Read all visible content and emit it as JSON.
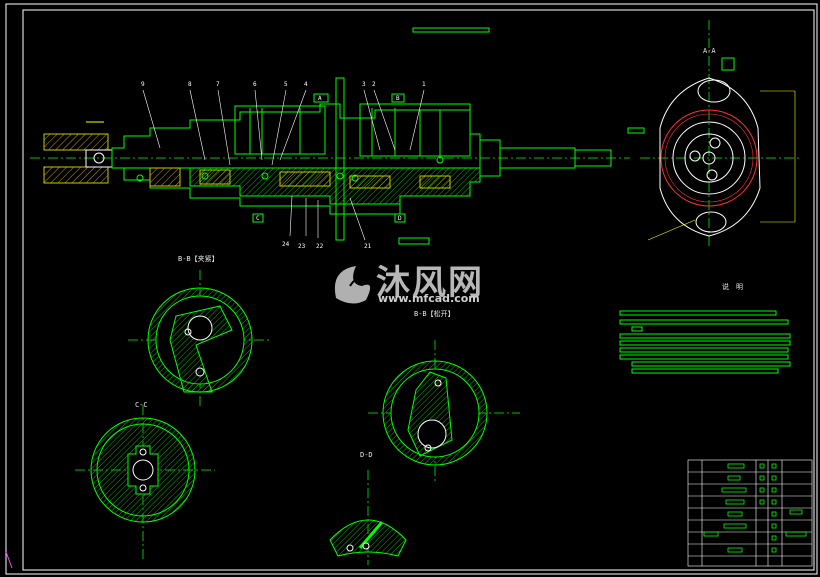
{
  "labels": {
    "a_a": "A-A",
    "b_b": "B-B【夹紧】",
    "b_b2": "B-B【松开】",
    "c_c": "C-C",
    "d_d": "D-D",
    "notes": "说　明",
    "sec_a": "A",
    "sec_b": "B",
    "sec_c": "C",
    "sec_d": "D"
  },
  "balloons_top": [
    "9",
    "8",
    "7",
    "6",
    "5",
    "4",
    "3",
    "2",
    "1"
  ],
  "balloons_bottom": [
    "24",
    "23",
    "22",
    "21"
  ],
  "watermark": {
    "brand": "沐风网",
    "url": "www.mfcad.com"
  },
  "colors": {
    "frame": "#ffffff",
    "outline": "#00ff00",
    "centerline": "#00c000",
    "hatch": "#c8c800",
    "leader": "#ffff00",
    "red": "#ff3030",
    "magenta": "#ff40ff"
  }
}
